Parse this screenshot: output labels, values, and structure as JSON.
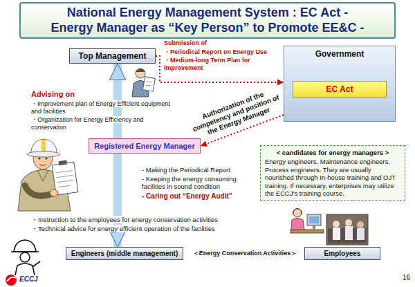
{
  "diagram": {
    "title": "National Energy Management System : EC Act - Energy Manager as “Key Person” to Promote EE&C -",
    "nodes": [
      {
        "text": [
          "Top Management"
        ]
      },
      {
        "text": [
          "Government"
        ]
      },
      {
        "text": [
          "EC Act"
        ],
        "in": 1
      },
      {
        "text": [
          "Registered Energy Manager"
        ]
      },
      {
        "text": [
          "< candidates for energy managers >",
          "Energy engineers, Maintenance engineers, Process engineers. They are usually nourished through In-house training and OJT training. If necessary, enterprises may utilize the ECCJ's training course."
        ]
      },
      {
        "text": [
          "Engineers (middle management)"
        ]
      },
      {
        "text": [
          "Employees"
        ]
      }
    ],
    "edges": [
      {
        "from": 0,
        "to": 1,
        "label": "Submission of",
        "arrow": "to"
      },
      {
        "from": 1,
        "to": 3,
        "label": "Authorization of the competency and position of the Energy Manager",
        "arrow": "to"
      },
      {
        "from": 0,
        "to": 5,
        "arrow": "both"
      }
    ],
    "labels": [
      "・Periodical Report on Energy Use",
      "・Medium-long Term Plan for improvement",
      "Advising on",
      "・Improvement plan of Energy Efficient equipment and facilities",
      "・Organization for Energy Efficiency and conservation",
      "- Making the Periodical Report",
      "- Keeping the energy consuming facilities in sound condition",
      "- Caring out “Energy Audit”",
      "・Instruction to the employees for energy conservation activities",
      "・Technical advice for energy efficient operation of the facilities",
      "＜Energy Conservation Activities＞",
      "ECCJ",
      "16"
    ]
  }
}
